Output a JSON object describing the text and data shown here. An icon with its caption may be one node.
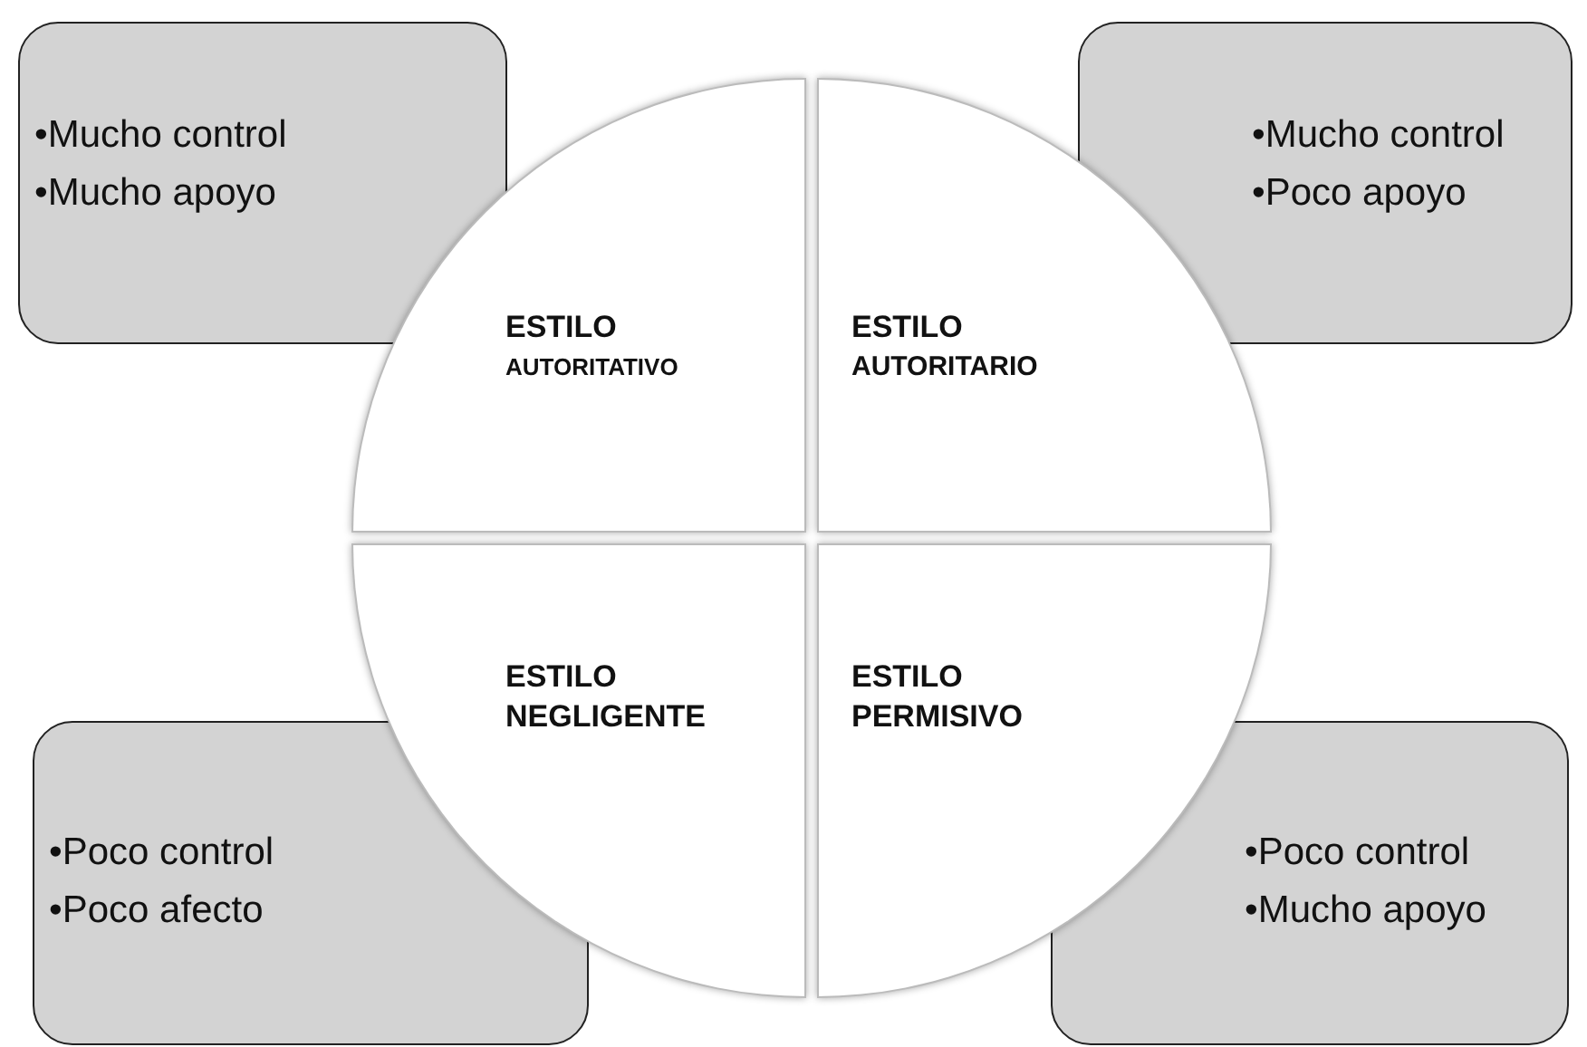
{
  "diagram": {
    "nodes": [
      {
        "text": [
          "•Mucho control",
          "•Mucho apoyo"
        ]
      },
      {
        "text": [
          "•Mucho control",
          "•Poco apoyo"
        ]
      },
      {
        "text": [
          "ESTILO",
          "AUTORITATIVO"
        ]
      },
      {
        "text": [
          "ESTILO",
          "AUTORITARIO"
        ]
      },
      {
        "text": [
          "ESTILO",
          "NEGLIGENTE"
        ]
      },
      {
        "text": [
          "ESTILO",
          "PERMISIVO"
        ]
      },
      {
        "text": [
          "•Poco control",
          "•Poco afecto"
        ]
      },
      {
        "text": [
          "•Poco control",
          "•Mucho apoyo"
        ]
      }
    ]
  }
}
